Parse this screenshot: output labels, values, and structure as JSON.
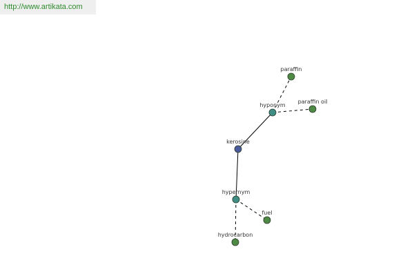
{
  "header": {
    "url": "http://www.artikata.com"
  },
  "colors": {
    "root": "#4b5a9b",
    "relation": "#3f8f86",
    "leaf": "#4f8a45",
    "edge": "#000000",
    "url_text": "#2e8b2e",
    "url_bg": "#efefef"
  },
  "graph": {
    "nodes": [
      {
        "id": "kerosine",
        "label": "kerosine",
        "kind": "root"
      },
      {
        "id": "hyponym",
        "label": "hyponym",
        "kind": "relation"
      },
      {
        "id": "hypernym",
        "label": "hypernym",
        "kind": "relation"
      },
      {
        "id": "paraffin",
        "label": "paraffin",
        "kind": "leaf"
      },
      {
        "id": "paraffin-oil",
        "label": "paraffin oil",
        "kind": "leaf"
      },
      {
        "id": "fuel",
        "label": "fuel",
        "kind": "leaf"
      },
      {
        "id": "hydrocarbon",
        "label": "hydrocarbon",
        "kind": "leaf"
      }
    ],
    "edges": [
      {
        "from": "kerosine",
        "to": "hyponym",
        "style": "solid"
      },
      {
        "from": "kerosine",
        "to": "hypernym",
        "style": "solid"
      },
      {
        "from": "hyponym",
        "to": "paraffin",
        "style": "dashed"
      },
      {
        "from": "hyponym",
        "to": "paraffin-oil",
        "style": "dashed"
      },
      {
        "from": "hypernym",
        "to": "fuel",
        "style": "dashed"
      },
      {
        "from": "hypernym",
        "to": "hydrocarbon",
        "style": "dashed"
      }
    ]
  }
}
